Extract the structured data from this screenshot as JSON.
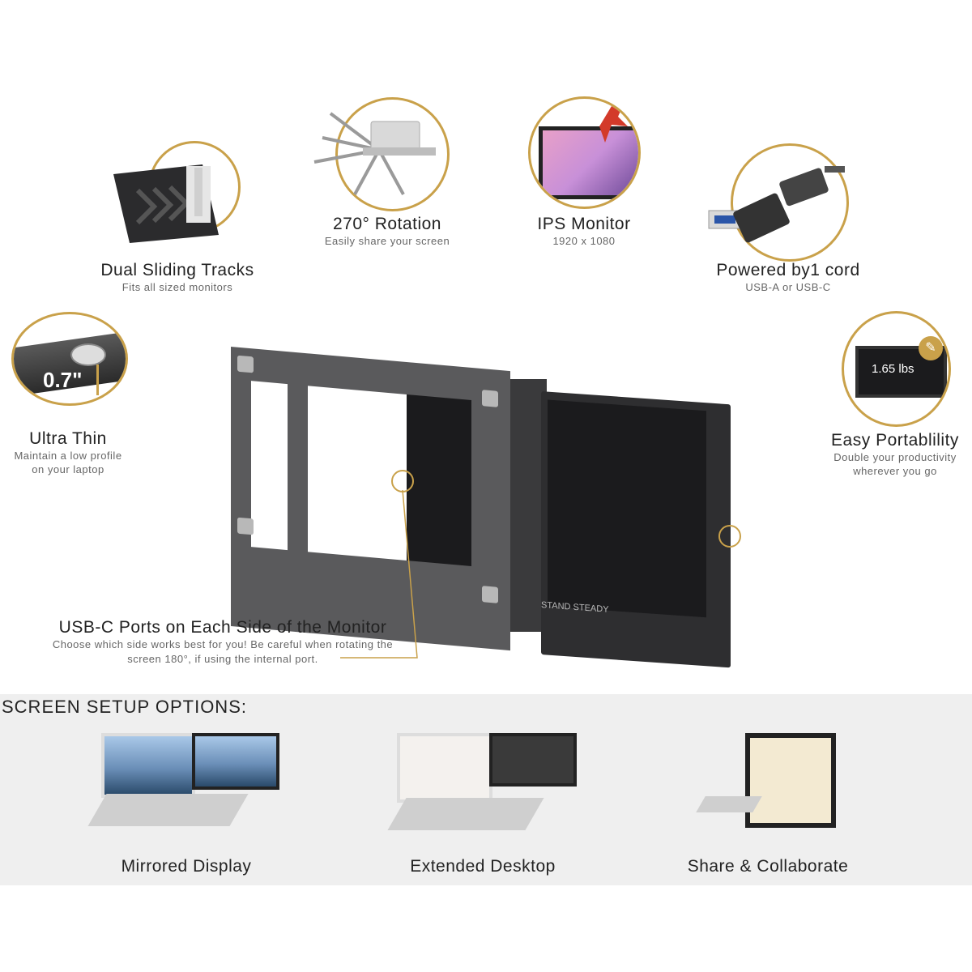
{
  "features": [
    {
      "title": "Dual Sliding Tracks",
      "subtitle": "Fits all sized monitors"
    },
    {
      "title": "270° Rotation",
      "subtitle": "Easily share your screen"
    },
    {
      "title": "IPS Monitor",
      "subtitle": "1920 x 1080"
    },
    {
      "title": "Powered by1 cord",
      "subtitle": "USB-A or USB-C"
    },
    {
      "title": "Ultra Thin",
      "subtitle_line1": "Maintain a low profile",
      "subtitle_line2": "on your laptop",
      "badge": "0.7\""
    },
    {
      "title": "Easy Portablility",
      "subtitle_line1": "Double your productivity",
      "subtitle_line2": "wherever you go",
      "badge": "1.65 lbs"
    }
  ],
  "ports": {
    "title": "USB-C Ports on Each Side of the Monitor",
    "line1": "Choose which side works best for you! Be careful when rotating the",
    "line2": "screen 180°, if using the internal port."
  },
  "brand": "STAND STEADY",
  "setup": {
    "title": "SCREEN SETUP OPTIONS:",
    "options": [
      "Mirrored Display",
      "Extended Desktop",
      "Share & Collaborate"
    ]
  },
  "colors": {
    "accent": "#c9a14a",
    "frame": "#5a5a5c",
    "screen": "#1b1b1d",
    "band": "#efefef"
  }
}
